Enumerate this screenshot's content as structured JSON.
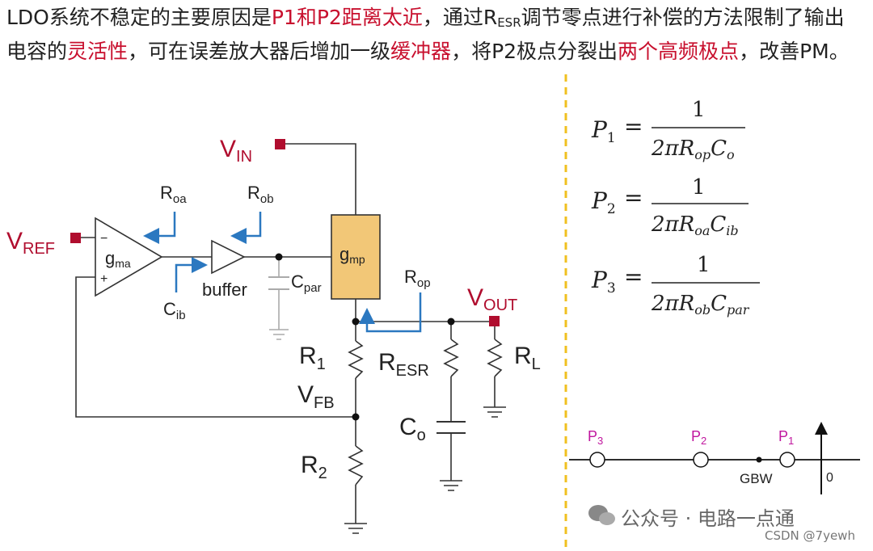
{
  "intro": {
    "p1": "LDO系统不稳定的主要原因是",
    "p2": "P1和P2距离太近",
    "p3": "，通过R",
    "p3_sub": "ESR",
    "p4": "调节零点进行补偿的方法限制了输出电容的",
    "p5": "灵活性",
    "p6": "，可在误差放大器后增加一级",
    "p7": "缓冲器",
    "p8": "，将P2极点分裂出",
    "p9": "两个高频极点",
    "p10": "，改善PM。"
  },
  "circuit": {
    "vin": "V",
    "vin_sub": "IN",
    "vref": "V",
    "vref_sub": "REF",
    "vout": "V",
    "vout_sub": "OUT",
    "gma": "g",
    "gma_sub": "ma",
    "gmp": "g",
    "gmp_sub": "mp",
    "buffer": "buffer",
    "roa": "R",
    "roa_sub": "oa",
    "rob": "R",
    "rob_sub": "ob",
    "rop": "R",
    "rop_sub": "op",
    "cib": "C",
    "cib_sub": "ib",
    "cpar": "C",
    "cpar_sub": "par",
    "r1": "R",
    "r1_sub": "1",
    "r2": "R",
    "r2_sub": "2",
    "vfb": "V",
    "vfb_sub": "FB",
    "resr": "R",
    "resr_sub": "ESR",
    "co": "C",
    "co_sub": "o",
    "rl": "R",
    "rl_sub": "L",
    "minus": "−",
    "plus": "+"
  },
  "equations": [
    {
      "lhs": "P",
      "lhs_sub": "1",
      "num": "1",
      "den_a": "2πR",
      "r_sub": "op",
      "den_c": "C",
      "c_sub": "o"
    },
    {
      "lhs": "P",
      "lhs_sub": "2",
      "num": "1",
      "den_a": "2πR",
      "r_sub": "oa",
      "den_c": "C",
      "c_sub": "ib"
    },
    {
      "lhs": "P",
      "lhs_sub": "3",
      "num": "1",
      "den_a": "2πR",
      "r_sub": "ob",
      "den_c": "C",
      "c_sub": "par"
    }
  ],
  "pole_plot": {
    "p3": "P",
    "p3_sub": "3",
    "p2": "P",
    "p2_sub": "2",
    "p1": "P",
    "p1_sub": "1",
    "gbw": "GBW",
    "zero": "0"
  },
  "watermark": "公众号 · 电路一点通",
  "credit": "CSDN @7yewh",
  "colors": {
    "accent": "#b00d2e",
    "pole": "#c0169e",
    "arrow": "#2b78c0",
    "gmp_fill": "#f2c777",
    "divider": "#f0c020"
  }
}
